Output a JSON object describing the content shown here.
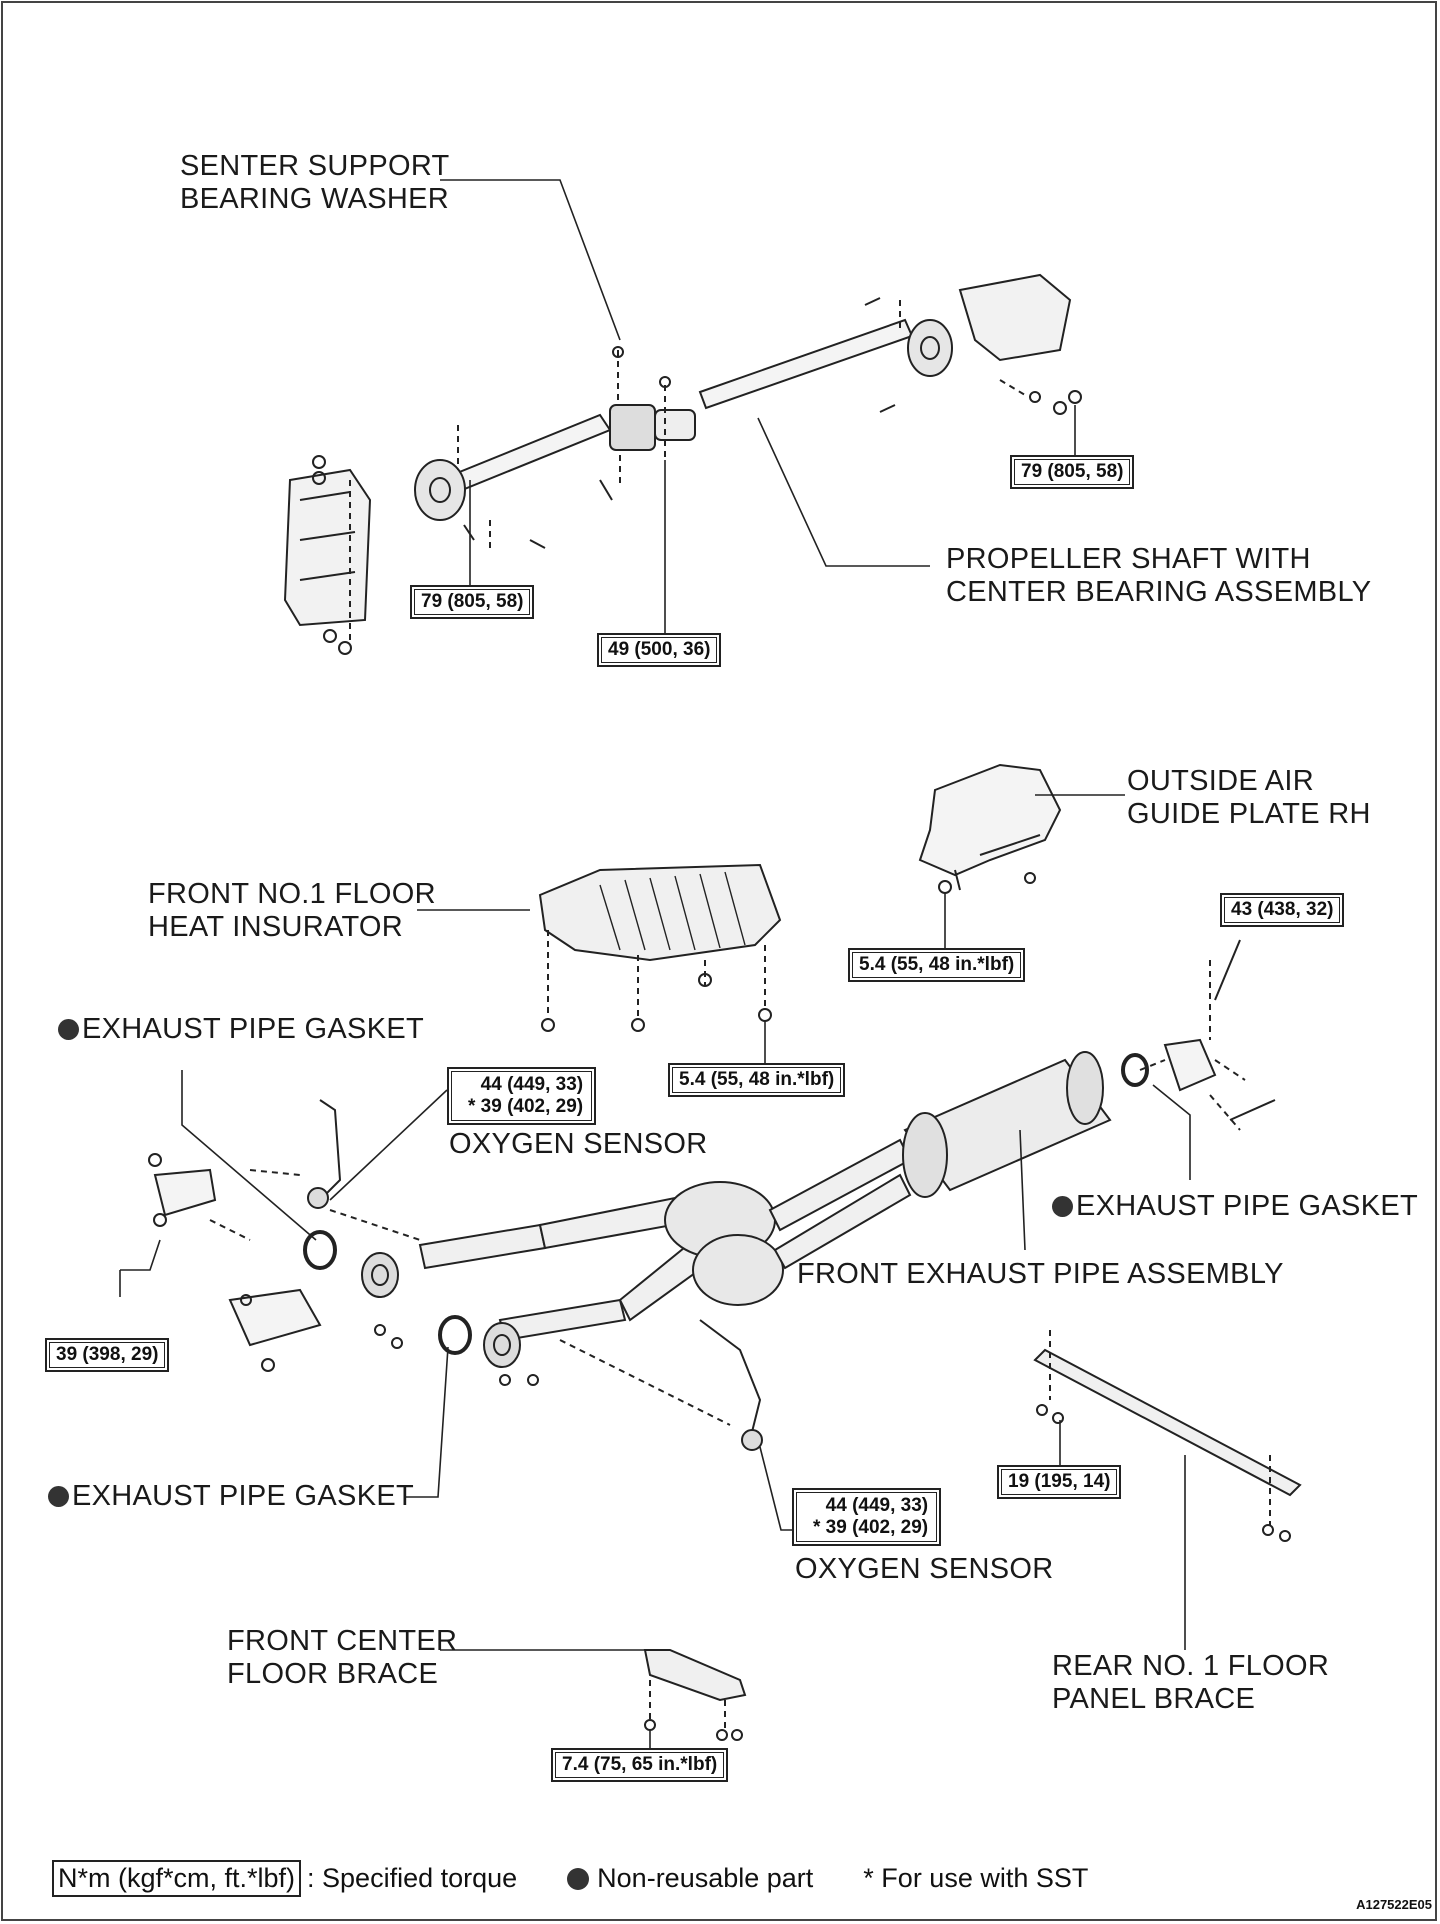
{
  "labels": {
    "center_support_washer": [
      "SENTER SUPPORT",
      "BEARING WASHER"
    ],
    "propeller_shaft": [
      "PROPELLER  SHAFT WITH",
      "CENTER BEARING ASSEMBLY"
    ],
    "outside_air_guide": [
      "OUTSIDE AIR",
      "GUIDE PLATE RH"
    ],
    "floor_heat_insulator": [
      "FRONT NO.1 FLOOR",
      "HEAT INSURATOR"
    ],
    "exhaust_gasket_left_top": "EXHAUST PIPE GASKET",
    "oxygen_sensor_top": "OXYGEN SENSOR",
    "exhaust_gasket_right": "EXHAUST PIPE GASKET",
    "front_exhaust_pipe": "FRONT EXHAUST PIPE ASSEMBLY",
    "exhaust_gasket_left_bottom": "EXHAUST PIPE GASKET",
    "oxygen_sensor_bottom": "OXYGEN SENSOR",
    "front_center_floor_brace": [
      "FRONT CENTER",
      "FLOOR BRACE"
    ],
    "rear_floor_panel_brace": [
      "REAR NO. 1 FLOOR",
      "PANEL  BRACE"
    ]
  },
  "torques": {
    "prop_front": "79 (805, 58)",
    "prop_rear": "79 (805, 58)",
    "center_bearing": "49 (500, 36)",
    "air_guide": "5.4 (55, 48 in.*lbf)",
    "heat_insulator": "5.4 (55, 48 in.*lbf)",
    "tail_bolt": "43 (438, 32)",
    "oxygen_top": [
      "44 (449, 33)",
      "* 39 (402, 29)"
    ],
    "front_flange": "39 (398, 29)",
    "oxygen_bottom": [
      "44 (449, 33)",
      "* 39 (402, 29)"
    ],
    "rear_brace": "19 (195, 14)",
    "center_brace": "7.4 (75, 65 in.*lbf)"
  },
  "legend": {
    "torque_box": "N*m (kgf*cm, ft.*lbf)",
    "torque_text": ": Specified torque",
    "nonreusable": "Non-reusable part",
    "sst": "* For use with SST"
  },
  "figure_code": "A127522E05",
  "icons": [
    "non-reusable-dot-icon"
  ]
}
